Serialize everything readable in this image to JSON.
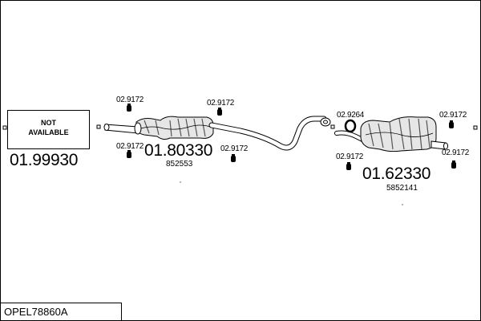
{
  "diagram_code": "OPEL78860A",
  "not_available": {
    "line1": "NOT",
    "line2": "AVAILABLE"
  },
  "parts": {
    "front_part_number": "01.99930",
    "middle_part_number": "01.80330",
    "middle_oem": "852553",
    "rear_part_number": "01.62330",
    "rear_oem": "5852141"
  },
  "hangers": {
    "h1": "02.9172",
    "h2": "02.9172",
    "h3": "02.9172",
    "h4": "02.9172",
    "h5": "02.9264",
    "h6": "02.9172",
    "h7": "02.9172",
    "h8": "02.9172"
  }
}
